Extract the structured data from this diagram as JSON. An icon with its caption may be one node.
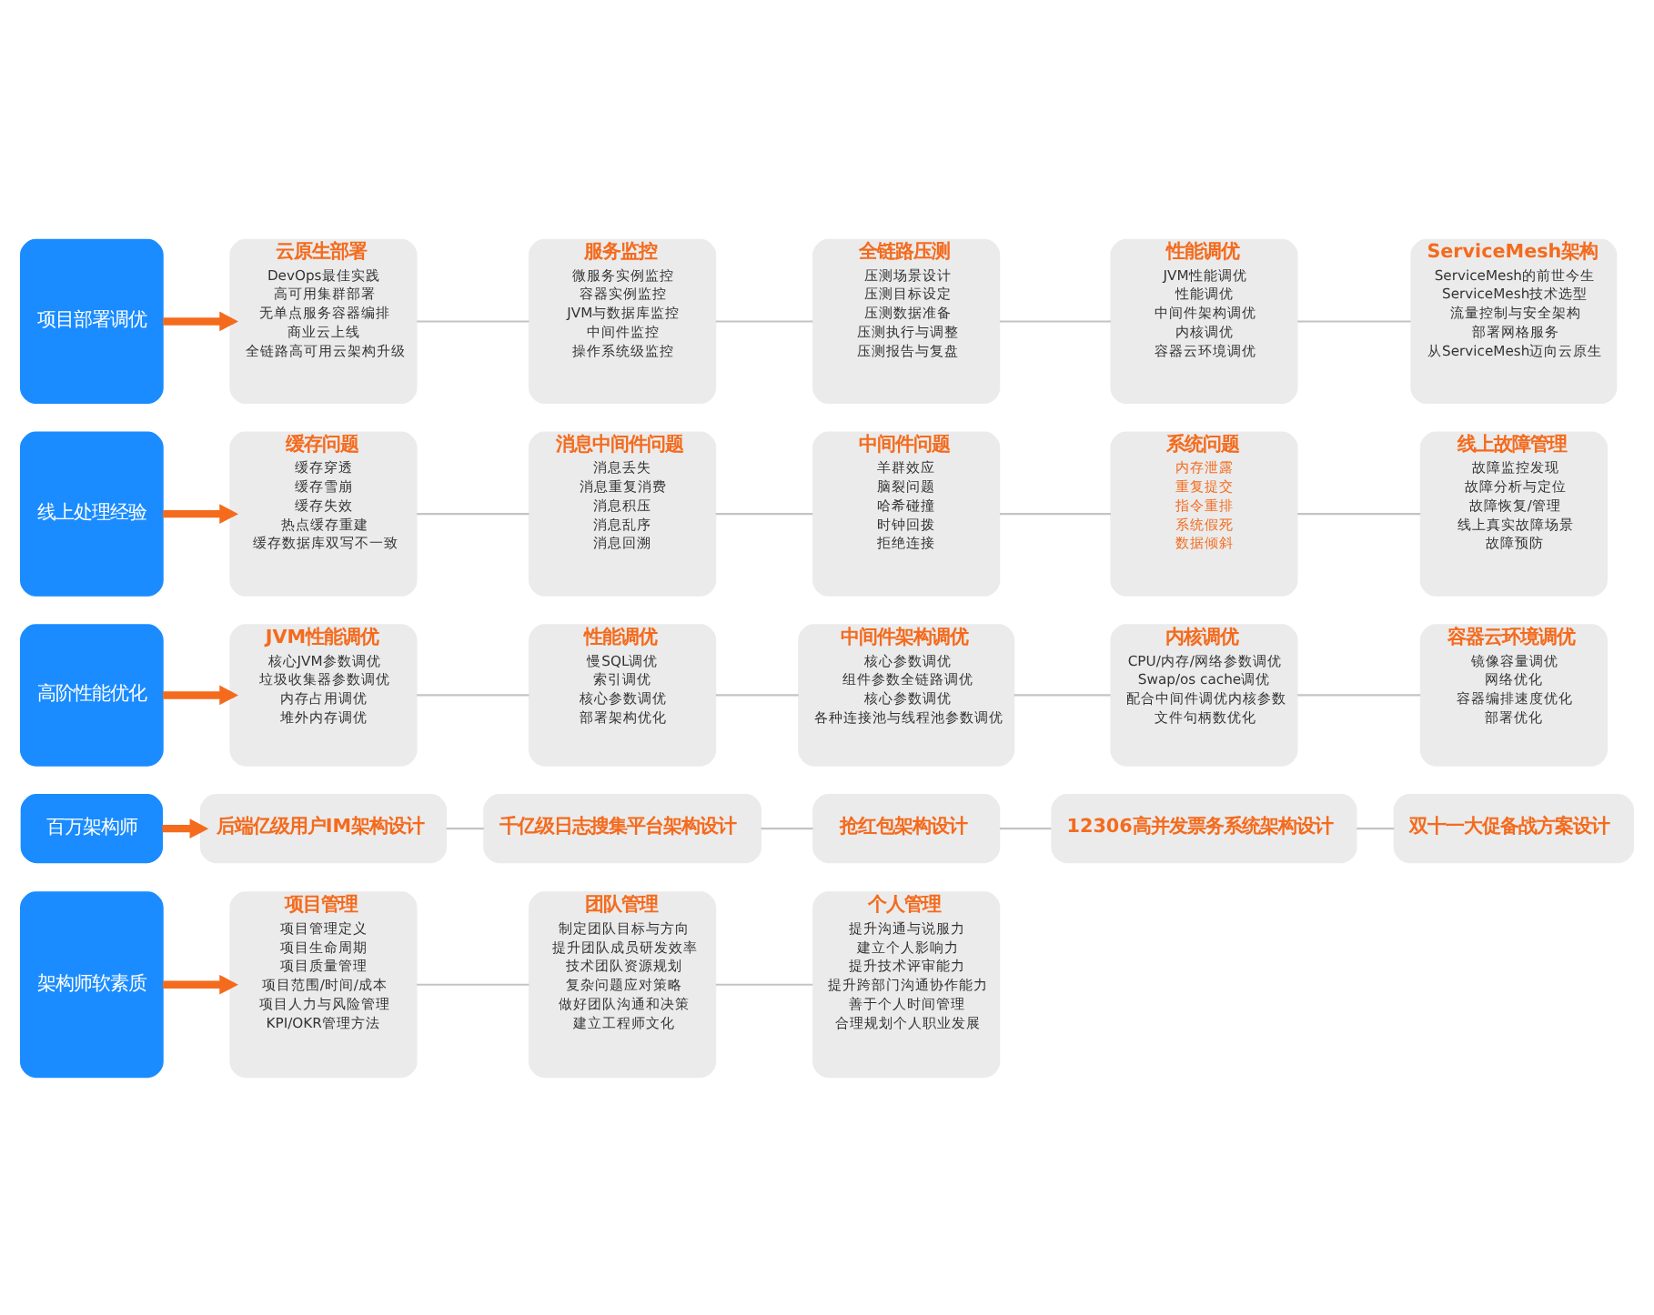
{
  "diagram": {
    "nodes": [
      {
        "text": [
          "项目部署调优"
        ]
      },
      {
        "text": [
          "云原生部署",
          "DevOps最佳实践",
          "高可用集群部署",
          "无单点服务容器编排",
          "商业云上线",
          "全链路高可用云架构升级"
        ]
      },
      {
        "text": [
          "服务监控",
          "微服务实例监控",
          "容器实例监控",
          "JVM与数据库监控",
          "中间件监控",
          "操作系统级监控"
        ]
      },
      {
        "text": [
          "全链路压测",
          "压测场景设计",
          "压测目标设定",
          "压测数据准备",
          "压测执行与调整",
          "压测报告与复盘"
        ]
      },
      {
        "text": [
          "性能调优",
          "JVM性能调优",
          "性能调优",
          "中间件架构调优",
          "内核调优",
          "容器云环境调优"
        ]
      },
      {
        "text": [
          "ServiceMesh架构",
          "ServiceMesh的前世今生",
          "ServiceMesh技术选型",
          "流量控制与安全架构",
          "部署网格服务",
          "从ServiceMesh迈向云原生"
        ]
      },
      {
        "text": [
          "线上处理经验"
        ]
      },
      {
        "text": [
          "缓存问题",
          "缓存穿透",
          "缓存雪崩",
          "缓存失效",
          "热点缓存重建",
          "缓存数据库双写不一致"
        ]
      },
      {
        "text": [
          "消息中间件问题",
          "消息丢失",
          "消息重复消费",
          "消息积压",
          "消息乱序",
          "消息回溯"
        ]
      },
      {
        "text": [
          "中间件问题",
          "羊群效应",
          "脑裂问题",
          "哈希碰撞",
          "时钟回拨",
          "拒绝连接"
        ]
      },
      {
        "text": [
          "系统问题",
          "内存泄露",
          "重复提交",
          "指令重排",
          "系统假死",
          "数据倾斜"
        ]
      },
      {
        "text": [
          "线上故障管理",
          "故障监控发现",
          "故障分析与定位",
          "故障恢复/管理",
          "线上真实故障场景",
          "故障预防"
        ]
      },
      {
        "text": [
          "高阶性能优化"
        ]
      },
      {
        "text": [
          "JVM性能调优",
          "核心JVM参数调优",
          "垃圾收集器参数调优",
          "内存占用调优",
          "堆外内存调优"
        ]
      },
      {
        "text": [
          "性能调优",
          "慢SQL调优",
          "索引调优",
          "核心参数调优",
          "部署架构优化"
        ]
      },
      {
        "text": [
          "中间件架构调优",
          "核心参数调优",
          "组件参数全链路调优",
          "核心参数调优",
          "各种连接池与线程池参数调优"
        ]
      },
      {
        "text": [
          "内核调优",
          "CPU/内存/网络参数调优",
          "Swap/os cache调优",
          "配合中间件调优内核参数",
          "文件句柄数优化"
        ]
      },
      {
        "text": [
          "容器云环境调优",
          "镜像容量调优",
          "网络优化",
          "容器编排速度优化",
          "部署优化"
        ]
      },
      {
        "text": [
          "百万架构师"
        ]
      },
      {
        "text": [
          "后端亿级用户IM架构设计"
        ]
      },
      {
        "text": [
          "千亿级日志搜集平台架构设计"
        ]
      },
      {
        "text": [
          "抢红包架构设计"
        ]
      },
      {
        "text": [
          "12306高并发票务系统架构设计"
        ]
      },
      {
        "text": [
          "双十一大促备战方案设计"
        ]
      },
      {
        "text": [
          "架构师软素质"
        ]
      },
      {
        "text": [
          "项目管理",
          "项目管理定义",
          "项目生命周期",
          "项目质量管理",
          "项目范围/时间/成本",
          "项目人力与风险管理",
          "KPI/OKR管理方法"
        ]
      },
      {
        "text": [
          "团队管理",
          "制定团队目标与方向",
          "提升团队成员研发效率",
          "技术团队资源规划",
          "复杂问题应对策略",
          "做好团队沟通和决策",
          "建立工程师文化"
        ]
      },
      {
        "text": [
          "个人管理",
          "提升沟通与说服力",
          "建立个人影响力",
          "提升技术评审能力",
          "提升跨部门沟通协作能力",
          "善于个人时间管理",
          "合理规划个人职业发展"
        ]
      }
    ],
    "edges": [
      {
        "from": 0,
        "to": 1,
        "arrow": "to",
        "style": "thick",
        "color": "#f46b1e"
      },
      {
        "from": 1,
        "to": 2,
        "arrow": "none"
      },
      {
        "from": 2,
        "to": 3,
        "arrow": "none"
      },
      {
        "from": 3,
        "to": 4,
        "arrow": "none"
      },
      {
        "from": 4,
        "to": 5,
        "arrow": "none"
      },
      {
        "from": 6,
        "to": 7,
        "arrow": "to",
        "style": "thick",
        "color": "#f46b1e"
      },
      {
        "from": 7,
        "to": 8,
        "arrow": "none"
      },
      {
        "from": 8,
        "to": 9,
        "arrow": "none"
      },
      {
        "from": 9,
        "to": 10,
        "arrow": "none"
      },
      {
        "from": 10,
        "to": 11,
        "arrow": "none"
      },
      {
        "from": 12,
        "to": 13,
        "arrow": "to",
        "style": "thick",
        "color": "#f46b1e"
      },
      {
        "from": 13,
        "to": 14,
        "arrow": "none"
      },
      {
        "from": 14,
        "to": 15,
        "arrow": "none"
      },
      {
        "from": 15,
        "to": 16,
        "arrow": "none"
      },
      {
        "from": 16,
        "to": 17,
        "arrow": "none"
      },
      {
        "from": 18,
        "to": 19,
        "arrow": "to",
        "style": "thick",
        "color": "#f46b1e"
      },
      {
        "from": 19,
        "to": 20,
        "arrow": "none"
      },
      {
        "from": 20,
        "to": 21,
        "arrow": "none"
      },
      {
        "from": 21,
        "to": 22,
        "arrow": "none"
      },
      {
        "from": 22,
        "to": 23,
        "arrow": "none"
      },
      {
        "from": 24,
        "to": 25,
        "arrow": "to",
        "style": "thick",
        "color": "#f46b1e"
      },
      {
        "from": 25,
        "to": 26,
        "arrow": "none"
      },
      {
        "from": 26,
        "to": 27,
        "arrow": "none"
      }
    ]
  }
}
